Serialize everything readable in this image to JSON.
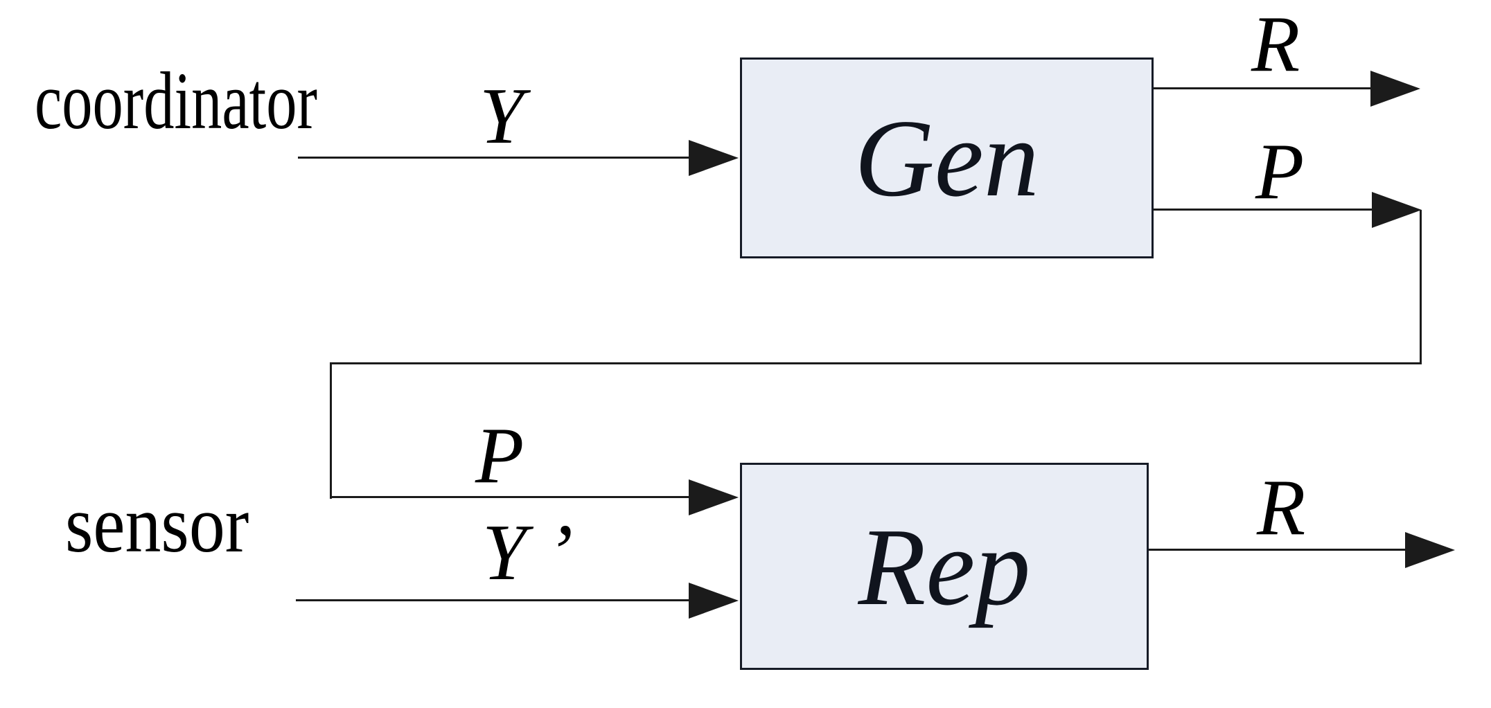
{
  "diagram": {
    "colors": {
      "background": "#ffffff",
      "line": "#1b1b1b",
      "box_fill": "#e9edf5",
      "box_border": "#161b26",
      "text": "#000000"
    },
    "actors": {
      "coordinator": "coordinator",
      "sensor": "sensor"
    },
    "blocks": {
      "gen": "Gen",
      "rep": "Rep"
    },
    "signals": {
      "gen_input": "Y",
      "gen_output_top": "R",
      "gen_output_bottom": "P",
      "rep_input_top": "P",
      "rep_input_bottom": "Y ’",
      "rep_output": "R"
    }
  }
}
